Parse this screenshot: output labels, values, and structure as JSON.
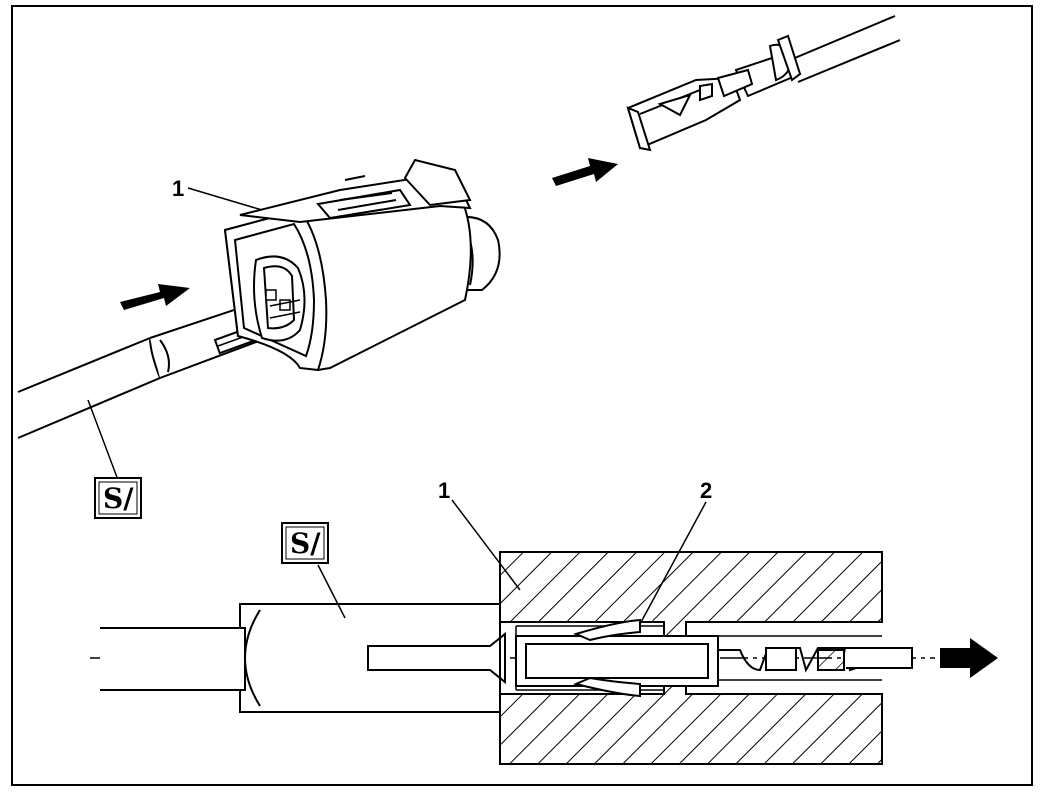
{
  "callouts": {
    "top_connector": "1",
    "bottom_housing": "1",
    "bottom_latch": "2"
  },
  "tool_symbol": {
    "top": "S/",
    "bottom": "S/"
  },
  "colors": {
    "line": "#000000",
    "background": "#ffffff"
  }
}
